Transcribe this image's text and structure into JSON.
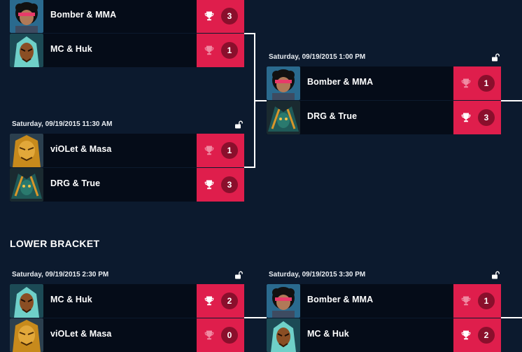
{
  "colors": {
    "background": "#0c1a2e",
    "row": "#050c18",
    "score_bg": "#df1e4c",
    "score_circle": "#8a0f2c",
    "trophy_win": "#ffffff",
    "trophy_loss": "#f08aa2"
  },
  "section_lower": "LOWER BRACKET",
  "matches": {
    "m1": {
      "time": "",
      "teams": [
        {
          "name": "Bomber & MMA",
          "score": "3",
          "winner": true,
          "avatar": "bomber"
        },
        {
          "name": "MC & Huk",
          "score": "1",
          "winner": false,
          "avatar": "mc"
        }
      ]
    },
    "m2": {
      "time": "Saturday, 09/19/2015 11:30 AM",
      "teams": [
        {
          "name": "viOLet & Masa",
          "score": "1",
          "winner": false,
          "avatar": "violet"
        },
        {
          "name": "DRG & True",
          "score": "3",
          "winner": true,
          "avatar": "drg"
        }
      ]
    },
    "m3": {
      "time": "Saturday, 09/19/2015 1:00 PM",
      "teams": [
        {
          "name": "Bomber & MMA",
          "score": "1",
          "winner": false,
          "avatar": "bomber"
        },
        {
          "name": "DRG & True",
          "score": "3",
          "winner": true,
          "avatar": "drg"
        }
      ]
    },
    "m4": {
      "time": "Saturday, 09/19/2015 2:30 PM",
      "teams": [
        {
          "name": "MC & Huk",
          "score": "2",
          "winner": true,
          "avatar": "mc"
        },
        {
          "name": "viOLet & Masa",
          "score": "0",
          "winner": false,
          "avatar": "violet"
        }
      ]
    },
    "m5": {
      "time": "Saturday, 09/19/2015 3:30 PM",
      "teams": [
        {
          "name": "Bomber & MMA",
          "score": "1",
          "winner": false,
          "avatar": "bomber"
        },
        {
          "name": "MC & Huk",
          "score": "2",
          "winner": true,
          "avatar": "mc"
        }
      ]
    }
  }
}
